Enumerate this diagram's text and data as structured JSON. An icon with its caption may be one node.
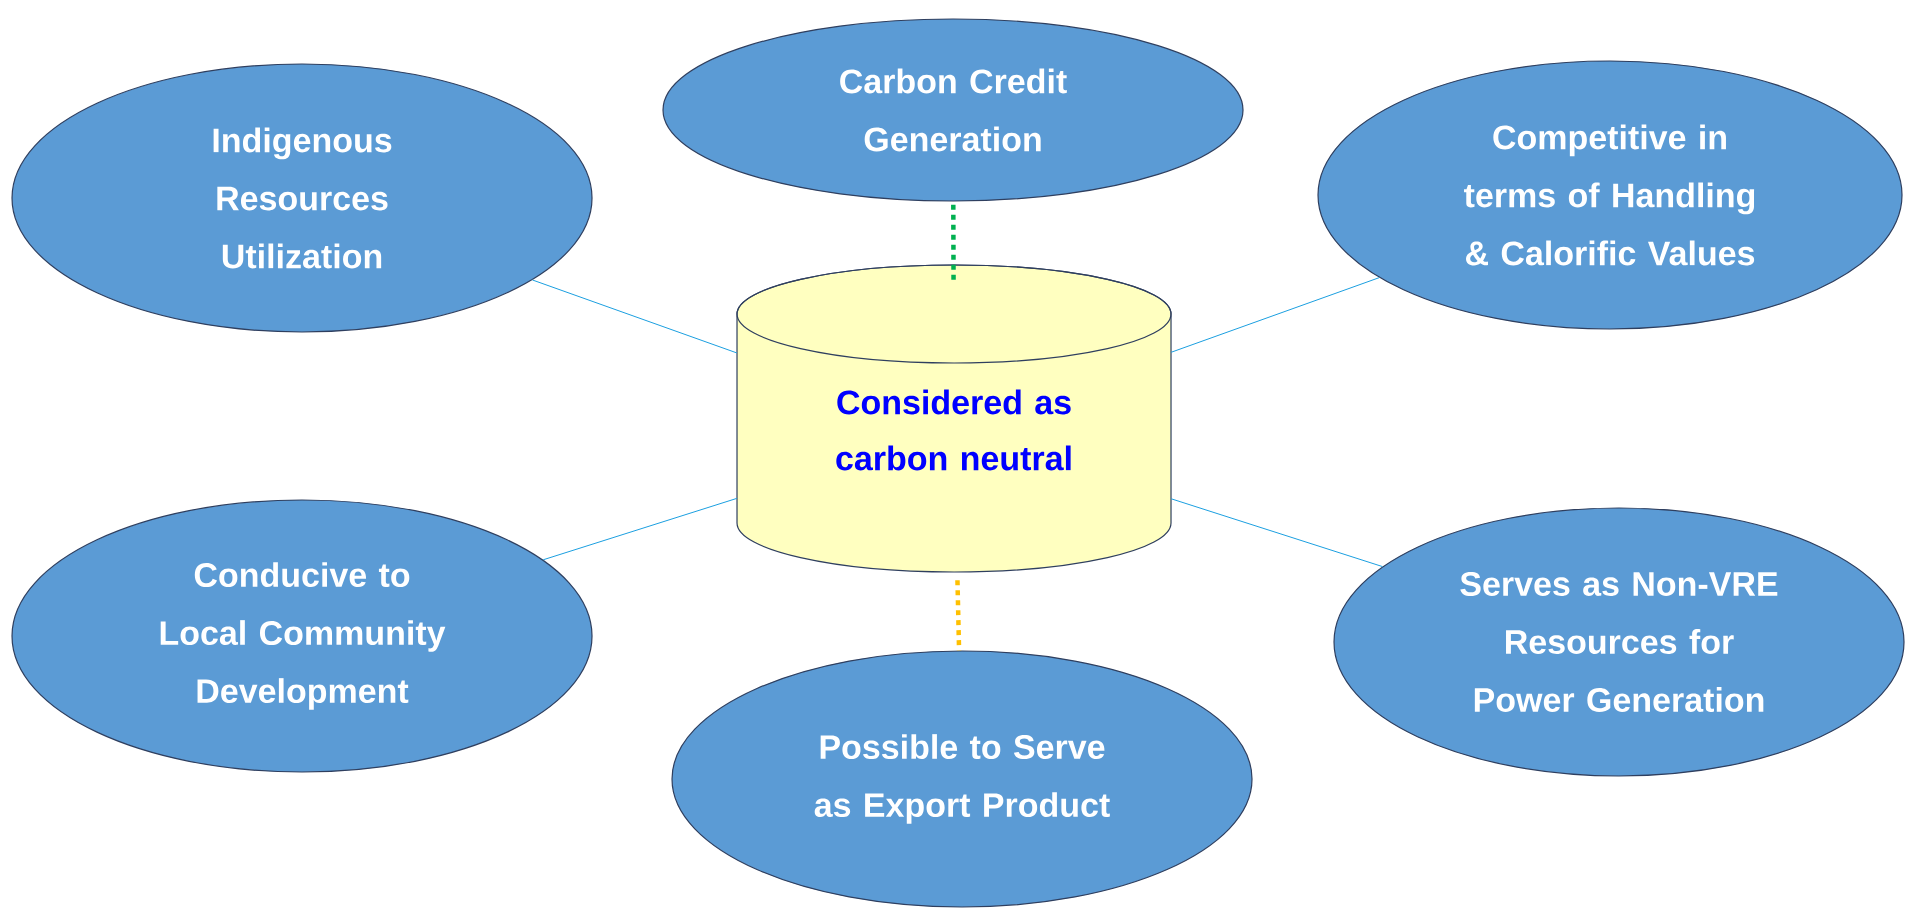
{
  "diagram": {
    "nodes": [
      {
        "text": [
          "Indigenous Resources Utilization"
        ]
      },
      {
        "text": [
          "Carbon Credit Generation"
        ]
      },
      {
        "text": [
          "Competitive in terms of Handling & Calorific Values"
        ]
      },
      {
        "text": [
          "Considered as carbon neutral"
        ]
      },
      {
        "text": [
          "Conducive to Local Community Development"
        ]
      },
      {
        "text": [
          "Serves as Non-VRE Resources for Power Generation"
        ]
      },
      {
        "text": [
          "Possible to Serve as Export Product"
        ]
      }
    ],
    "edges": [
      {
        "from": 3,
        "to": 0,
        "arrow": "none"
      },
      {
        "from": 3,
        "to": 1,
        "arrow": "none",
        "style": "dashed",
        "color": "#00b050"
      },
      {
        "from": 3,
        "to": 2,
        "arrow": "none"
      },
      {
        "from": 3,
        "to": 4,
        "arrow": "none"
      },
      {
        "from": 3,
        "to": 5,
        "arrow": "none"
      },
      {
        "from": 3,
        "to": 6,
        "arrow": "none",
        "style": "dashed",
        "color": "#ffc000"
      }
    ]
  }
}
